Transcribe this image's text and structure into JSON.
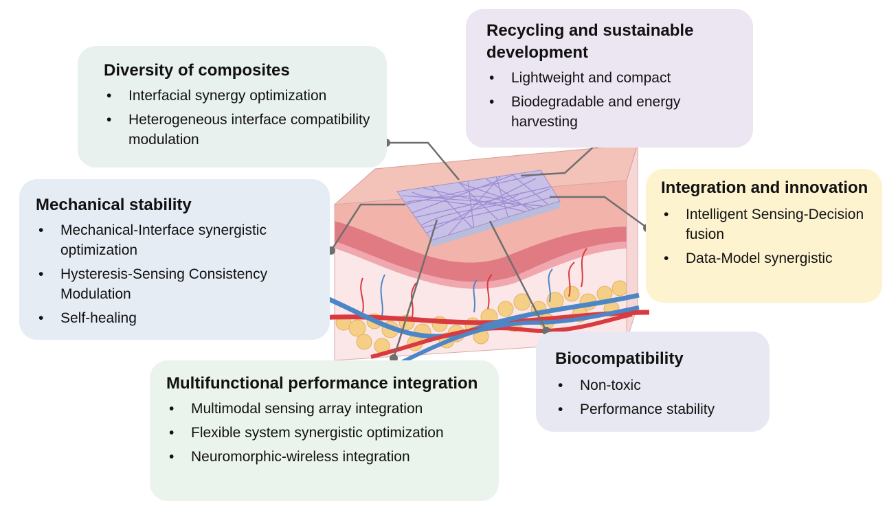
{
  "boxes": {
    "diversity": {
      "title": "Diversity of composites",
      "items": [
        "Interfacial synergy optimization",
        "Heterogeneous interface compatibility modulation"
      ]
    },
    "recycling": {
      "title": "Recycling and sustainable development",
      "items": [
        "Lightweight and compact",
        "Biodegradable and energy harvesting"
      ]
    },
    "integration": {
      "title": "Integration and innovation",
      "items": [
        "Intelligent Sensing-Decision fusion",
        "Data-Model synergistic"
      ]
    },
    "mechanical": {
      "title": "Mechanical stability",
      "items": [
        "Mechanical-Interface synergistic optimization",
        "Hysteresis-Sensing Consistency Modulation",
        "Self-healing"
      ]
    },
    "biocompat": {
      "title": "Biocompatibility",
      "items": [
        "Non-toxic",
        "Performance stability"
      ]
    },
    "multifunctional": {
      "title": "Multifunctional performance integration",
      "items": [
        "Multimodal sensing array integration",
        "Flexible system synergistic optimization",
        "Neuromorphic-wireless integration"
      ]
    }
  },
  "bullet": "•",
  "colors": {
    "diversity_bg": "#e8f1ee",
    "recycling_bg": "#ece5f2",
    "integration_bg": "#fdf3cf",
    "mechanical_bg": "#e6ecf4",
    "biocompat_bg": "#e7e8f1",
    "multifunctional_bg": "#ebf4ec",
    "connector": "#6e6e6e",
    "skin_top": "#f1b7ae",
    "dermis": "#e37c84",
    "subcutis": "#fbe4e4",
    "fat": "#f6cf87",
    "artery": "#d93a3f",
    "vein": "#4d86c6",
    "sensor_mesh": "#a99bd6"
  },
  "icons": [
    "skin-tissue-illustration",
    "sensor-mesh-patch",
    "connector-dot"
  ]
}
